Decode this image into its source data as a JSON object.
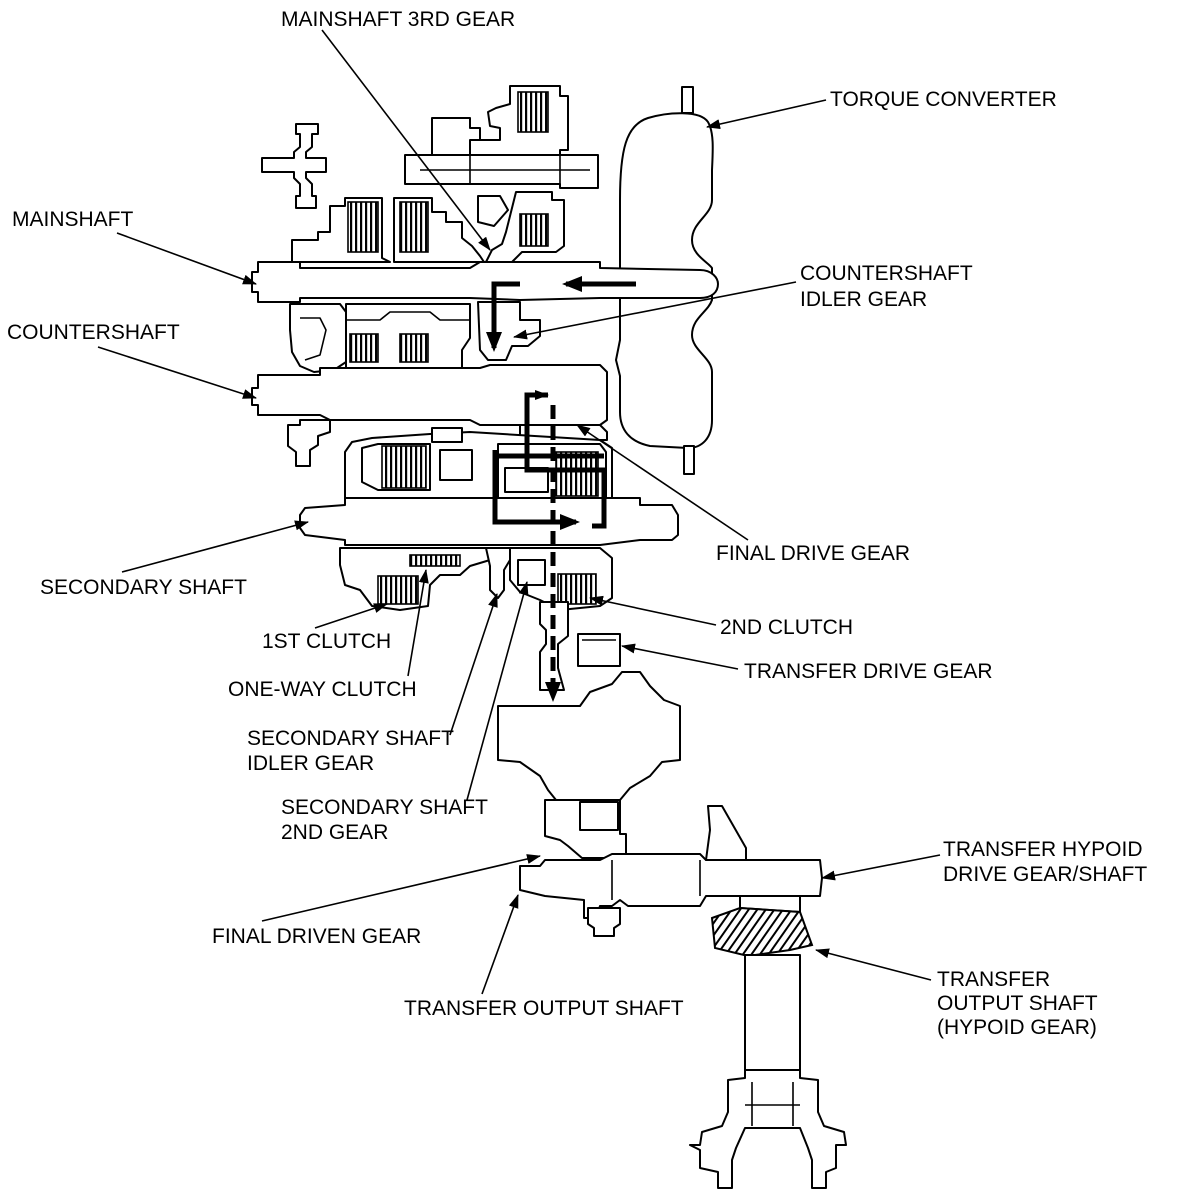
{
  "diagram": {
    "labels": {
      "mainshaft_3rd_gear": "MAINSHAFT 3RD GEAR",
      "torque_converter": "TORQUE CONVERTER",
      "mainshaft": "MAINSHAFT",
      "countershaft_idler_gear": [
        "COUNTERSHAFT",
        "IDLER GEAR"
      ],
      "countershaft": "COUNTERSHAFT",
      "final_drive_gear": "FINAL DRIVE GEAR",
      "secondary_shaft": "SECONDARY SHAFT",
      "second_clutch": "2ND CLUTCH",
      "first_clutch": "1ST CLUTCH",
      "transfer_drive_gear": "TRANSFER DRIVE GEAR",
      "one_way_clutch": "ONE-WAY CLUTCH",
      "secondary_shaft_idler_gear": [
        "SECONDARY SHAFT",
        "IDLER GEAR"
      ],
      "secondary_shaft_2nd_gear": [
        "SECONDARY SHAFT",
        "2ND GEAR"
      ],
      "transfer_hypoid_drive_gear_shaft": [
        "TRANSFER HYPOID",
        "DRIVE GEAR/SHAFT"
      ],
      "final_driven_gear": "FINAL DRIVEN GEAR",
      "transfer_output_shaft_hypoid_gear": [
        "TRANSFER",
        "OUTPUT SHAFT",
        "(HYPOID GEAR)"
      ],
      "transfer_output_shaft": "TRANSFER OUTPUT SHAFT"
    },
    "colors": {
      "line": "#000000",
      "background": "#ffffff"
    }
  }
}
